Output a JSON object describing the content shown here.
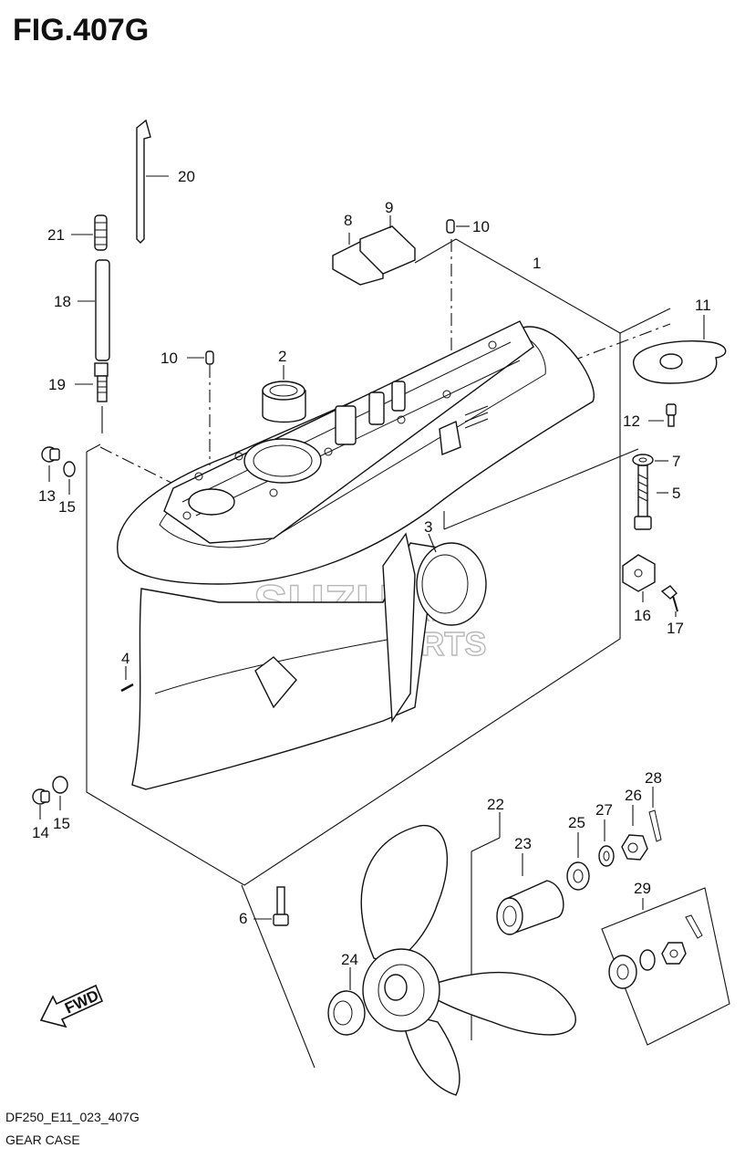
{
  "figure": {
    "title": "FIG.407G",
    "code": "DF250_E11_023_407G",
    "name": "GEAR CASE"
  },
  "watermark": {
    "brand": "SUZUKI",
    "subtitle": "MARINE PARTS"
  },
  "arrow": {
    "label": "FWD"
  },
  "parts": {
    "p1": "1",
    "p2": "2",
    "p3": "3",
    "p4": "4",
    "p5": "5",
    "p6": "6",
    "p7": "7",
    "p8": "8",
    "p9": "9",
    "p10a": "10",
    "p10b": "10",
    "p11": "11",
    "p12": "12",
    "p13": "13",
    "p14": "14",
    "p15a": "15",
    "p15b": "15",
    "p16": "16",
    "p17": "17",
    "p18": "18",
    "p19": "19",
    "p20": "20",
    "p21": "21",
    "p22": "22",
    "p23": "23",
    "p24": "24",
    "p25": "25",
    "p26": "26",
    "p27": "27",
    "p28": "28",
    "p29": "29"
  }
}
